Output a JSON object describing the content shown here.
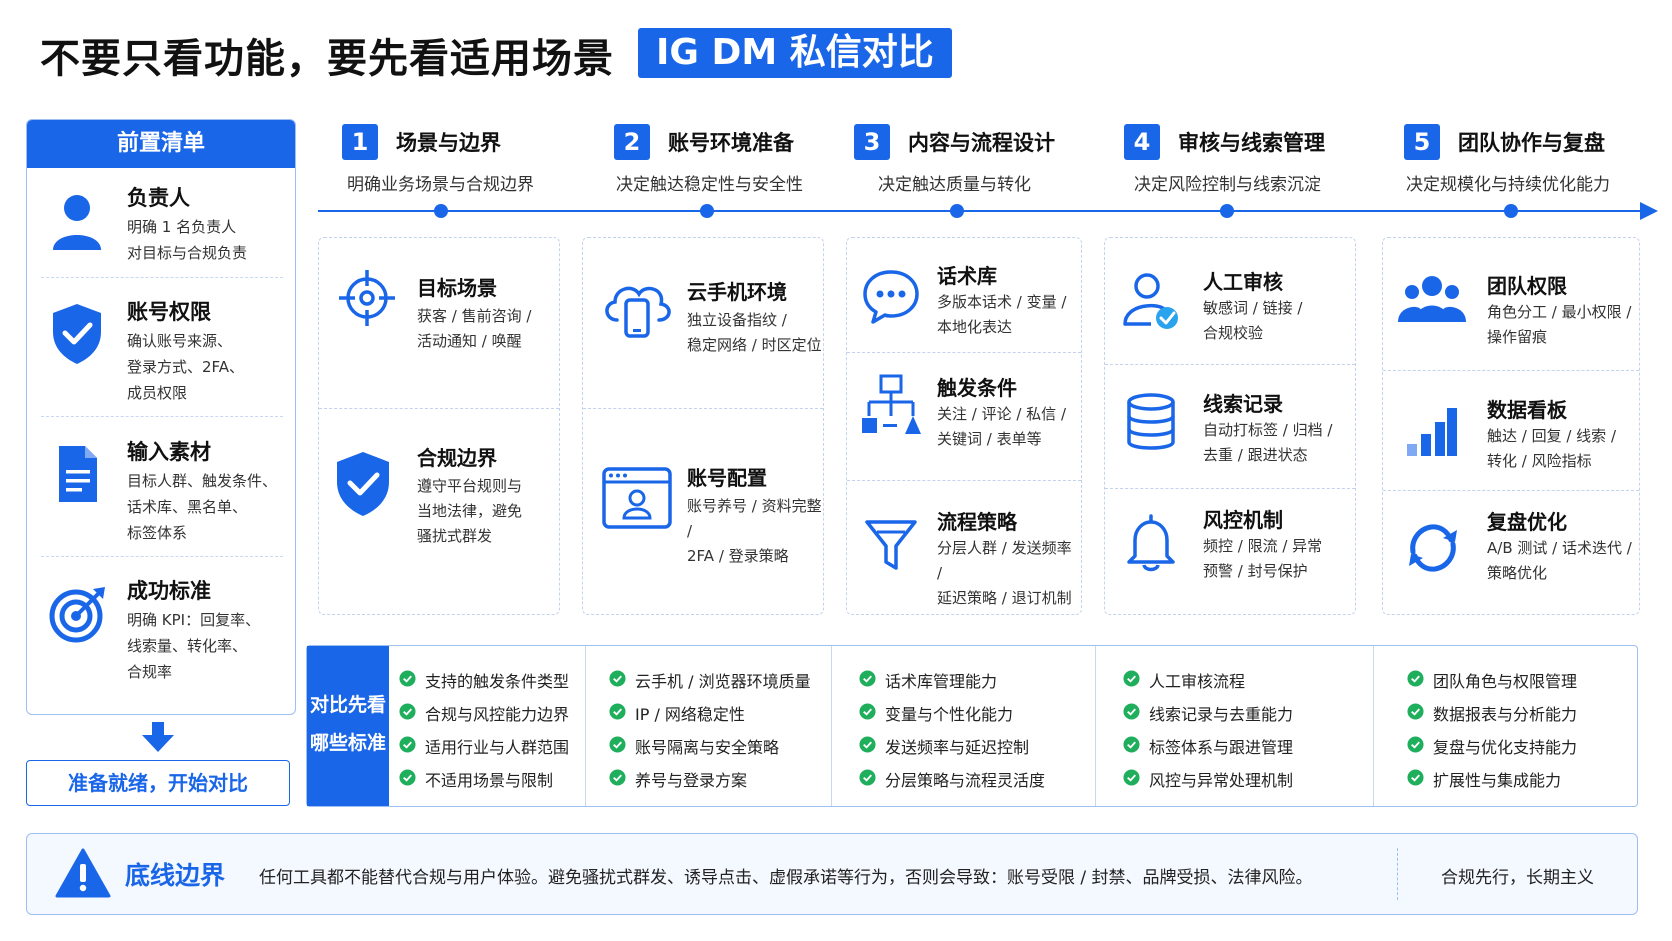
{
  "title": "不要只看功能，要先看适用场景",
  "title_tag": "IG DM 私信对比",
  "colors": {
    "primary": "#1a66e8",
    "check": "#1fae5b",
    "border": "#9fbef2"
  },
  "checklist": {
    "header": "前置清单",
    "items": [
      {
        "icon": "person-icon",
        "title": "负责人",
        "desc": "明确 1 名负责人\n对目标与合规负责"
      },
      {
        "icon": "shield-check-icon",
        "title": "账号权限",
        "desc": "确认账号来源、\n登录方式、2FA、\n成员权限"
      },
      {
        "icon": "document-icon",
        "title": "输入素材",
        "desc": "目标人群、触发条件、\n话术库、黑名单、\n标签体系"
      },
      {
        "icon": "target-icon",
        "title": "成功标准",
        "desc": "明确 KPI：回复率、\n线索量、转化率、\n合规率"
      }
    ],
    "ready_label": "准备就绪，开始对比"
  },
  "steps": [
    {
      "num": "1",
      "title": "场景与边界",
      "sub": "明确业务场景与合规边界"
    },
    {
      "num": "2",
      "title": "账号环境准备",
      "sub": "决定触达稳定性与安全性"
    },
    {
      "num": "3",
      "title": "内容与流程设计",
      "sub": "决定触达质量与转化"
    },
    {
      "num": "4",
      "title": "审核与线索管理",
      "sub": "决定风险控制与线索沉淀"
    },
    {
      "num": "5",
      "title": "团队协作与复盘",
      "sub": "决定规模化与持续优化能力"
    }
  ],
  "columns": [
    [
      {
        "icon": "crosshair-icon",
        "title": "目标场景",
        "desc": "获客 / 售前咨询 /\n活动通知 / 唤醒"
      },
      {
        "icon": "shield-check-icon",
        "title": "合规边界",
        "desc": "遵守平台规则与\n当地法律，避免\n骚扰式群发"
      }
    ],
    [
      {
        "icon": "cloud-phone-icon",
        "title": "云手机环境",
        "desc": "独立设备指纹 /\n稳定网络 / 时区定位"
      },
      {
        "icon": "account-window-icon",
        "title": "账号配置",
        "desc": "账号养号 / 资料完整 /\n2FA / 登录策略"
      }
    ],
    [
      {
        "icon": "chat-bubble-icon",
        "title": "话术库",
        "desc": "多版本话术 / 变量 /\n本地化表达"
      },
      {
        "icon": "flow-tree-icon",
        "title": "触发条件",
        "desc": "关注 / 评论 / 私信 /\n关键词 / 表单等"
      },
      {
        "icon": "funnel-icon",
        "title": "流程策略",
        "desc": "分层人群 / 发送频率 /\n延迟策略 / 退订机制"
      }
    ],
    [
      {
        "icon": "user-check-icon",
        "title": "人工审核",
        "desc": "敏感词 / 链接 /\n合规校验"
      },
      {
        "icon": "database-icon",
        "title": "线索记录",
        "desc": "自动打标签 / 归档 /\n去重 / 跟进状态"
      },
      {
        "icon": "bell-icon",
        "title": "风控机制",
        "desc": "频控 / 限流 / 异常\n预警 / 封号保护"
      }
    ],
    [
      {
        "icon": "team-icon",
        "title": "团队权限",
        "desc": "角色分工 / 最小权限 /\n操作留痕"
      },
      {
        "icon": "bar-chart-icon",
        "title": "数据看板",
        "desc": "触达 / 回复 / 线索 /\n转化 / 风险指标"
      },
      {
        "icon": "refresh-icon",
        "title": "复盘优化",
        "desc": "A/B 测试 / 话术迭代 /\n策略优化"
      }
    ]
  ],
  "compare": {
    "label": "对比先看\n哪些标准",
    "columns": [
      [
        "支持的触发条件类型",
        "合规与风控能力边界",
        "适用行业与人群范围",
        "不适用场景与限制"
      ],
      [
        "云手机 / 浏览器环境质量",
        "IP / 网络稳定性",
        "账号隔离与安全策略",
        "养号与登录方案"
      ],
      [
        "话术库管理能力",
        "变量与个性化能力",
        "发送频率与延迟控制",
        "分层策略与流程灵活度"
      ],
      [
        "人工审核流程",
        "线索记录与去重能力",
        "标签体系与跟进管理",
        "风控与异常处理机制"
      ],
      [
        "团队角色与权限管理",
        "数据报表与分析能力",
        "复盘与优化支持能力",
        "扩展性与集成能力"
      ]
    ]
  },
  "bottom": {
    "title": "底线边界",
    "desc": "任何工具都不能替代合规与用户体验。避免骚扰式群发、诱导点击、虚假承诺等行为，否则会导致：账号受限 / 封禁、品牌受损、法律风险。",
    "slogan": "合规先行，长期主义"
  }
}
